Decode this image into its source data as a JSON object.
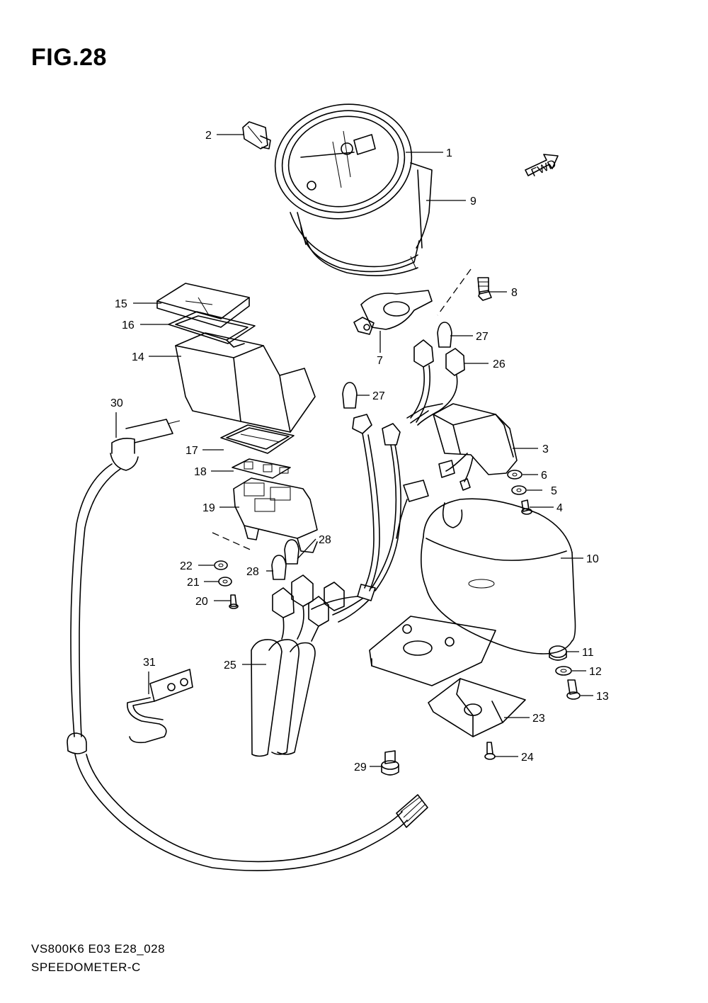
{
  "figure": {
    "title": "FIG.28"
  },
  "fwd_label": "FWD",
  "footer": {
    "model_code": "VS800K6 E03 E28_028",
    "name": "SPEEDOMETER-C"
  },
  "callouts": [
    "1",
    "2",
    "3",
    "4",
    "5",
    "6",
    "7",
    "8",
    "9",
    "10",
    "11",
    "12",
    "13",
    "14",
    "15",
    "16",
    "17",
    "18",
    "19",
    "20",
    "21",
    "22",
    "23",
    "24",
    "25",
    "26",
    "27",
    "27",
    "28",
    "28",
    "29",
    "30",
    "31"
  ]
}
